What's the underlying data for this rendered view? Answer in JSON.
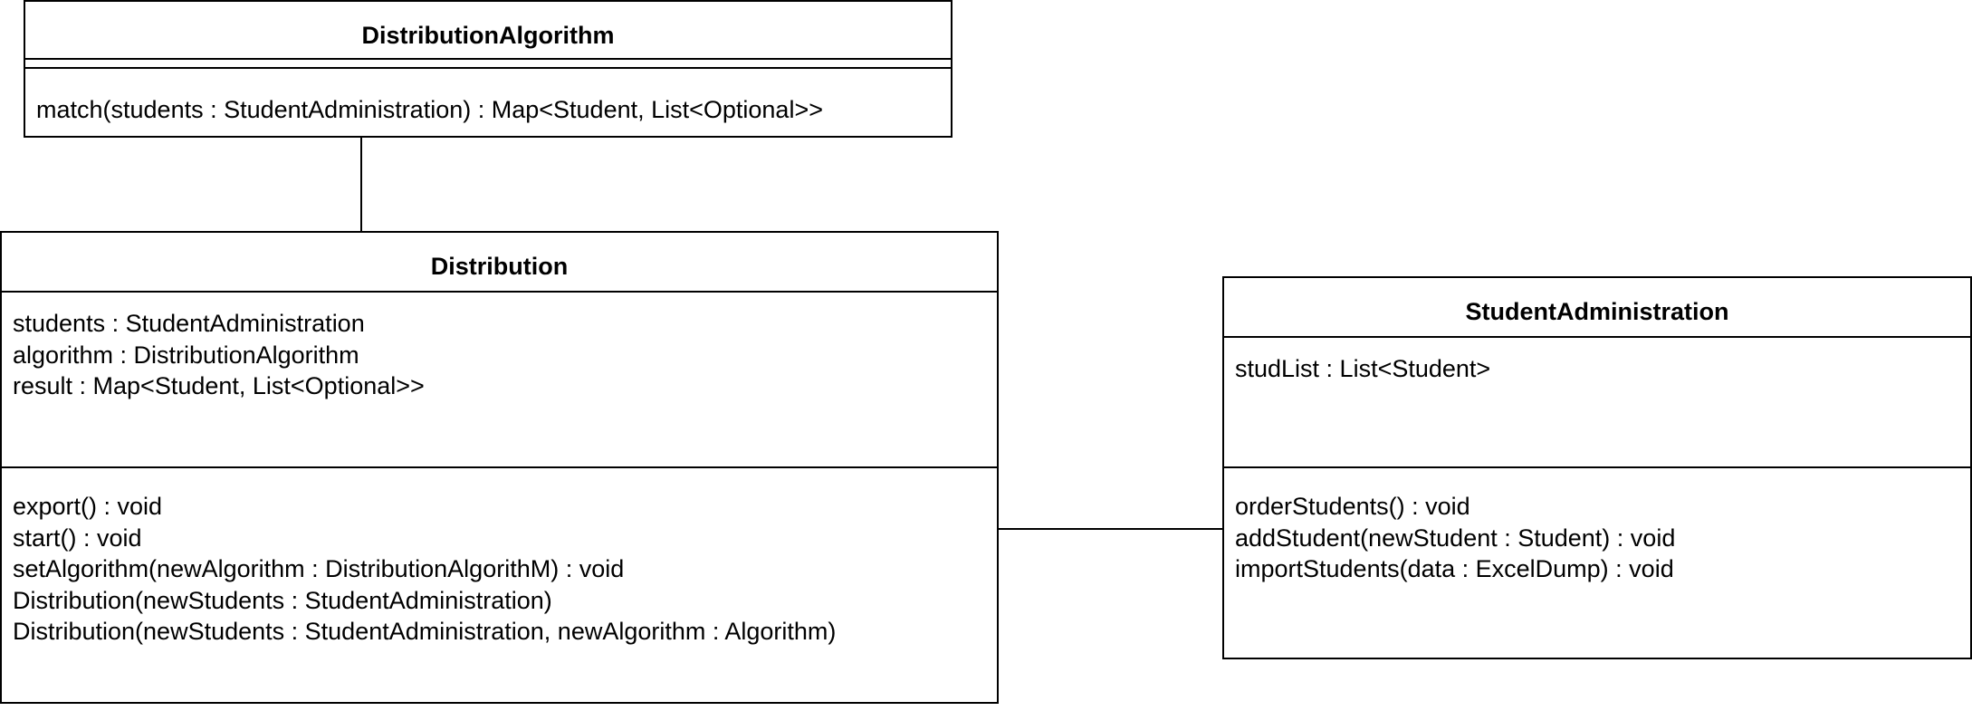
{
  "classes": {
    "distribution_algorithm": {
      "name": "DistributionAlgorithm",
      "attributes": [],
      "operations": [
        "match(students : StudentAdministration) : Map<Student, List<Optional>>"
      ]
    },
    "distribution": {
      "name": "Distribution",
      "attributes": [
        "students : StudentAdministration",
        "algorithm : DistributionAlgorithm",
        "result : Map<Student, List<Optional>>"
      ],
      "operations": [
        "export() : void",
        "start() : void",
        "setAlgorithm(newAlgorithm : DistributionAlgorithM) : void",
        "Distribution(newStudents : StudentAdministration)",
        "Distribution(newStudents : StudentAdministration, newAlgorithm : Algorithm)"
      ]
    },
    "student_administration": {
      "name": "StudentAdministration",
      "attributes": [
        "studList : List<Student>"
      ],
      "operations": [
        "orderStudents() : void",
        "addStudent(newStudent : Student) : void",
        "importStudents(data : ExcelDump) : void"
      ]
    }
  },
  "associations": [
    {
      "from": "DistributionAlgorithm",
      "to": "Distribution"
    },
    {
      "from": "Distribution",
      "to": "StudentAdministration"
    }
  ]
}
